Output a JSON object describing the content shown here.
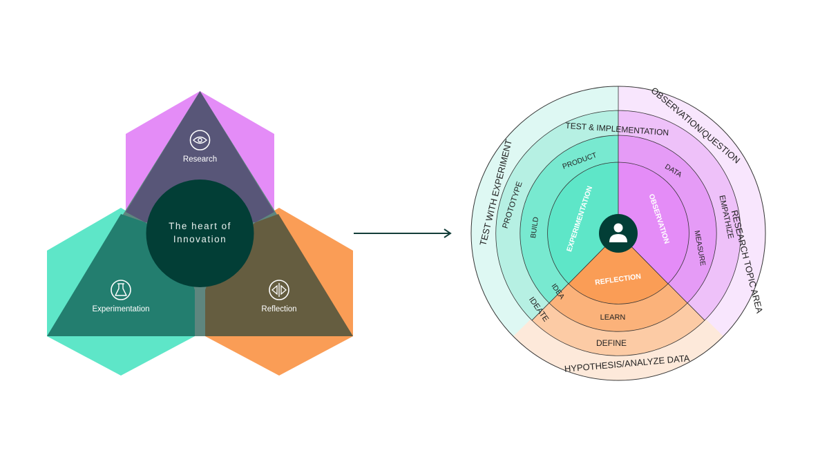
{
  "left_diagram": {
    "center_line1": "The heart of",
    "center_line2": "Innovation",
    "research_label": "Research",
    "experimentation_label": "Experimentation",
    "reflection_label": "Reflection",
    "research_icon": "eye-icon",
    "experimentation_icon": "flask-icon",
    "reflection_icon": "mirror-reflection-icon",
    "colors": {
      "research": "#E48CF7",
      "experimentation": "#5EE6C8",
      "reflection": "#FA9D56",
      "center": "#023E36"
    }
  },
  "arrow": {
    "icon": "arrow-right-icon"
  },
  "wheel": {
    "center_icon": "person-icon",
    "inner": {
      "experimentation": "EXPERIMENTATION",
      "observation": "OBSERVATION",
      "reflection": "REFLECTION"
    },
    "ring2": {
      "product": "PRODUCT",
      "data": "DATA",
      "build": "BUILD",
      "measure": "MEASURE",
      "idea": "IDEA",
      "learn": "LEARN"
    },
    "ring3": {
      "test_implementation": "TEST & IMPLEMENTATION",
      "prototype": "PROTOTYPE",
      "empathize": "EMPATHIZE",
      "ideate": "IDEATE",
      "define": "DEFINE"
    },
    "outer": {
      "observation_question": "OBSERVATION/QUESTION",
      "test_with_experiment": "TEST WITH EXPERIMENT",
      "research_topic_area": "RESEARCH TOPIC AREA",
      "hypothesis_analyze": "HYPOTHESIS/ANALYZE DATA"
    },
    "colors": {
      "experimentation": "#5EE6C8",
      "observation": "#E48CF7",
      "reflection": "#FA9D56",
      "center": "#023E36"
    }
  }
}
